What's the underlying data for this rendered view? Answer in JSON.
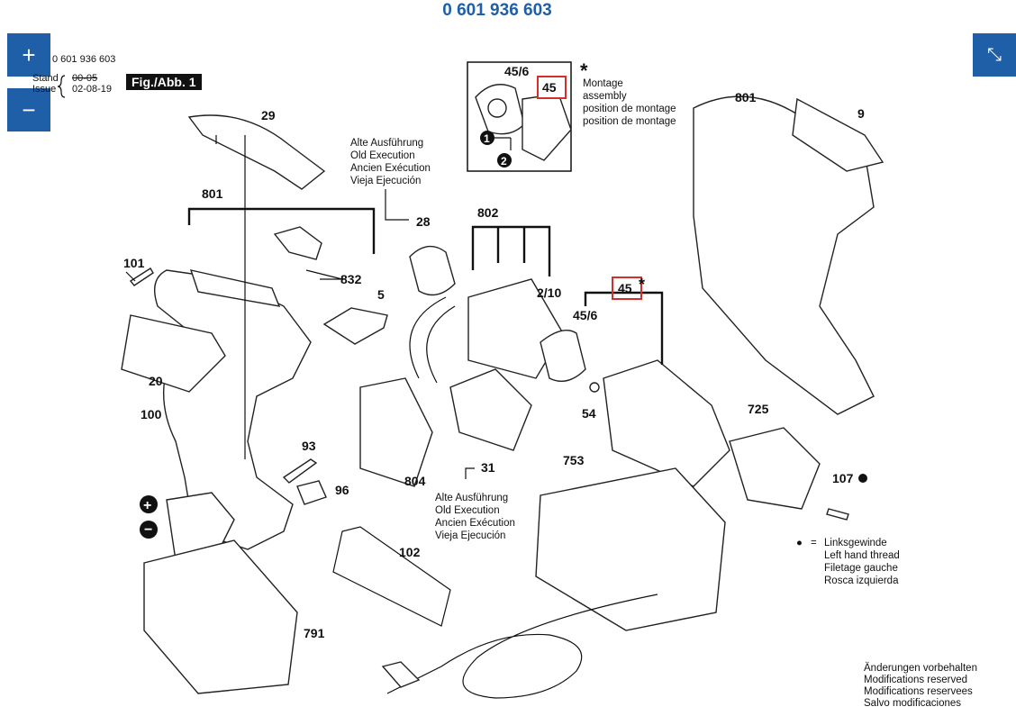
{
  "title": "0 601 936 603",
  "controls": {
    "zoom_in": "+",
    "zoom_out": "−",
    "fullscreen": "⤡"
  },
  "header": {
    "part_no": "0 601 936 603",
    "stand_label": "Stand",
    "stand_value": "00-05",
    "issue_label": "Issue",
    "issue_value": "02-08-19",
    "fig_label": "Fig./Abb. 1"
  },
  "inset": {
    "labels": [
      "45/6",
      "45"
    ],
    "step1": "1",
    "step2": "2",
    "asterisk": "*",
    "notes": [
      "Montage",
      "assembly",
      "position de montage",
      "position de montage"
    ]
  },
  "old_execution_1": [
    "Alte Ausführung",
    "Old Execution",
    "Ancien Exécution",
    "Vieja Ejecución"
  ],
  "old_execution_2": [
    "Alte Ausführung",
    "Old Execution",
    "Ancien Exécution",
    "Vieja Ejecución"
  ],
  "parts": {
    "p29": "29",
    "p801a": "801",
    "p101": "101",
    "p832": "832",
    "p5": "5",
    "p20": "20",
    "p100": "100",
    "p28": "28",
    "p802": "802",
    "p2_10": "2/10",
    "p45a": "45",
    "p45_6": "45/6",
    "p54": "54",
    "p801b": "801",
    "p9": "9",
    "p725": "725",
    "p93": "93",
    "p96": "96",
    "p804": "804",
    "p31": "31",
    "p753": "753",
    "p107": "107",
    "p102": "102",
    "p791": "791"
  },
  "legend": {
    "bullet": "●",
    "equals": "=",
    "lines": [
      "Linksgewinde",
      "Left hand thread",
      "Filetage gauche",
      "Rosca izquierda"
    ]
  },
  "footer": [
    "Änderungen vorbehalten",
    "Modifications reserved",
    "Modifications reservees",
    "Salvo modificaciones"
  ],
  "battery_signs": {
    "plus": "+",
    "minus": "−"
  }
}
